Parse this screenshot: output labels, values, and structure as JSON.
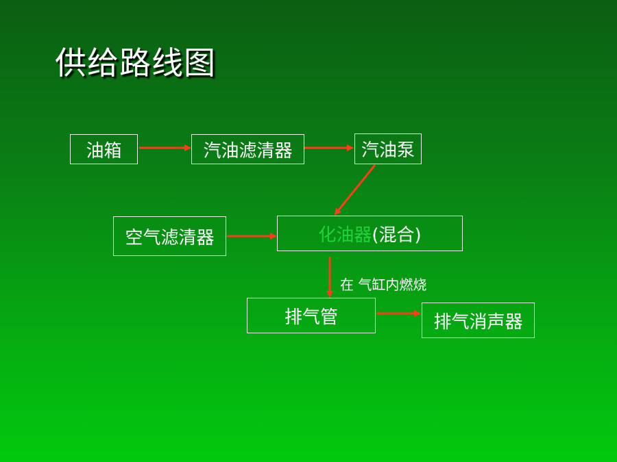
{
  "title": "供给路线图",
  "nodes": {
    "tank": "油箱",
    "fuel_filter": "汽油滤清器",
    "fuel_pump": "汽油泵",
    "air_filter": "空气滤清器",
    "carburetor": "化油器",
    "carburetor_note": "(混合)",
    "exhaust_pipe": "排气管",
    "muffler": "排气消声器"
  },
  "edges": {
    "combustion_label": "在 气缸内燃烧"
  },
  "colors": {
    "arrow": "#ff3b1a",
    "box_border": "#e8f5e8",
    "highlight_text": "#1fd43a"
  }
}
